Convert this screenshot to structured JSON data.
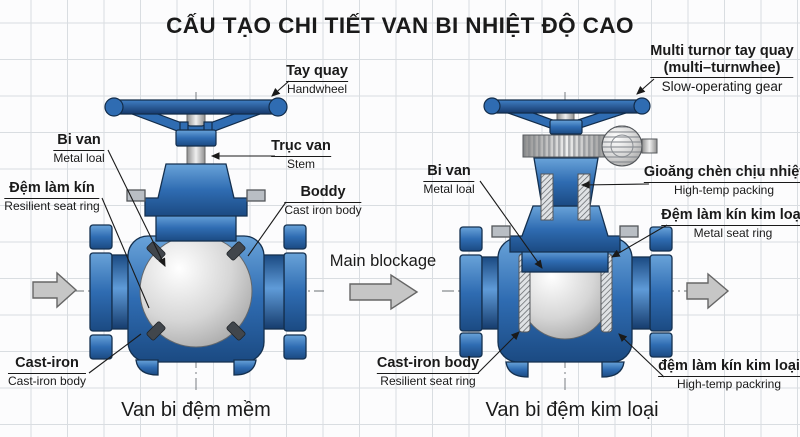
{
  "title": "CẤU TẠO CHI TIẾT VAN BI NHIỆT ĐỘ CAO",
  "colors": {
    "valve_blue": "#2f6cb2",
    "valve_blue_dark": "#16396b",
    "metal_gray": "#c9cdd1",
    "arrow_gray": "#c6c6c6",
    "grid_line": "#d9dde1",
    "text": "#1a1a1a",
    "background": "#fcfcfd"
  },
  "left_valve": {
    "caption": "Van bi đệm mềm",
    "labels": {
      "handwheel": {
        "vi": "Tay quay",
        "en": "Handwheel"
      },
      "ball": {
        "vi": "Bi van",
        "en": "Metal loal"
      },
      "stem": {
        "vi": "Trục van",
        "en": "Stem"
      },
      "seat": {
        "vi": "Đệm làm kín",
        "en": "Resilient seat ring"
      },
      "body": {
        "vi": "Boddy",
        "en": "Cast iron body"
      },
      "cast_iron": {
        "vi": "Cast-iron",
        "en": "Cast-iron body"
      }
    }
  },
  "center": {
    "flow_label": "Main blockage"
  },
  "right_valve": {
    "caption": "Van bi đệm kim loại",
    "labels": {
      "gear": {
        "vi": "Multi turnor tay quay",
        "vi2": "(multi–turnwhee)",
        "en": "Slow-operating gear"
      },
      "ball": {
        "vi": "Bi van",
        "en": "Metal loal"
      },
      "packing": {
        "vi": "Gioăng chèn chịu nhiệt",
        "en": "High-temp packing"
      },
      "seat": {
        "vi": "Đệm làm kín kim loại",
        "en": "Metal seat ring"
      },
      "body": {
        "vi": "Cast-iron body",
        "en": "Resilient seat ring"
      },
      "seat_bottom": {
        "vi": "đệm làm kín kim loại",
        "en": "High-temp packring"
      }
    }
  }
}
